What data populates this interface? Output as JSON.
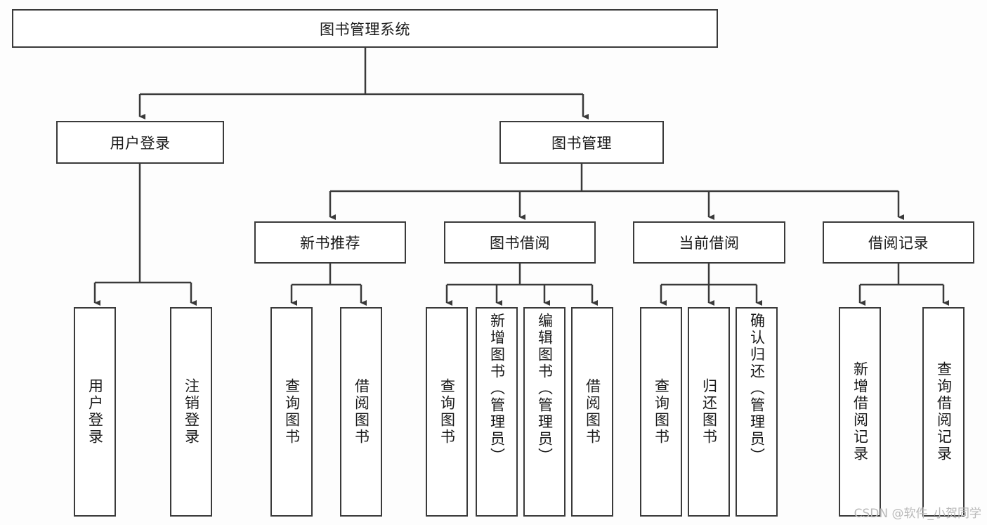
{
  "diagram": {
    "type": "tree",
    "title": "图书管理系统",
    "watermark": "CSDN @软件_小贺同学",
    "colors": {
      "background": "#fdfdfd",
      "box_fill": "#ffffff",
      "stroke": "#3a3a3a",
      "text": "#1a1a1a",
      "watermark": "#b9b9b9"
    },
    "root": {
      "label": "图书管理系统"
    },
    "level2": [
      {
        "label": "用户登录"
      },
      {
        "label": "图书管理"
      }
    ],
    "level3": [
      {
        "label": "新书推荐"
      },
      {
        "label": "图书借阅"
      },
      {
        "label": "当前借阅"
      },
      {
        "label": "借阅记录"
      }
    ],
    "leaves": {
      "user_login": [
        {
          "label": "用户登录"
        },
        {
          "label": "注销登录"
        }
      ],
      "new_book_recommend": [
        {
          "label": "查询图书"
        },
        {
          "label": "借阅图书"
        }
      ],
      "book_borrow": [
        {
          "label": "查询图书"
        },
        {
          "label": "新增图书（管理员）"
        },
        {
          "label": "编辑图书（管理员）"
        },
        {
          "label": "借阅图书"
        }
      ],
      "current_borrow": [
        {
          "label": "查询图书"
        },
        {
          "label": "归还图书"
        },
        {
          "label": "确认归还（管理员）"
        }
      ],
      "borrow_record": [
        {
          "label": "新增借阅记录"
        },
        {
          "label": "查询借阅记录"
        }
      ]
    }
  }
}
